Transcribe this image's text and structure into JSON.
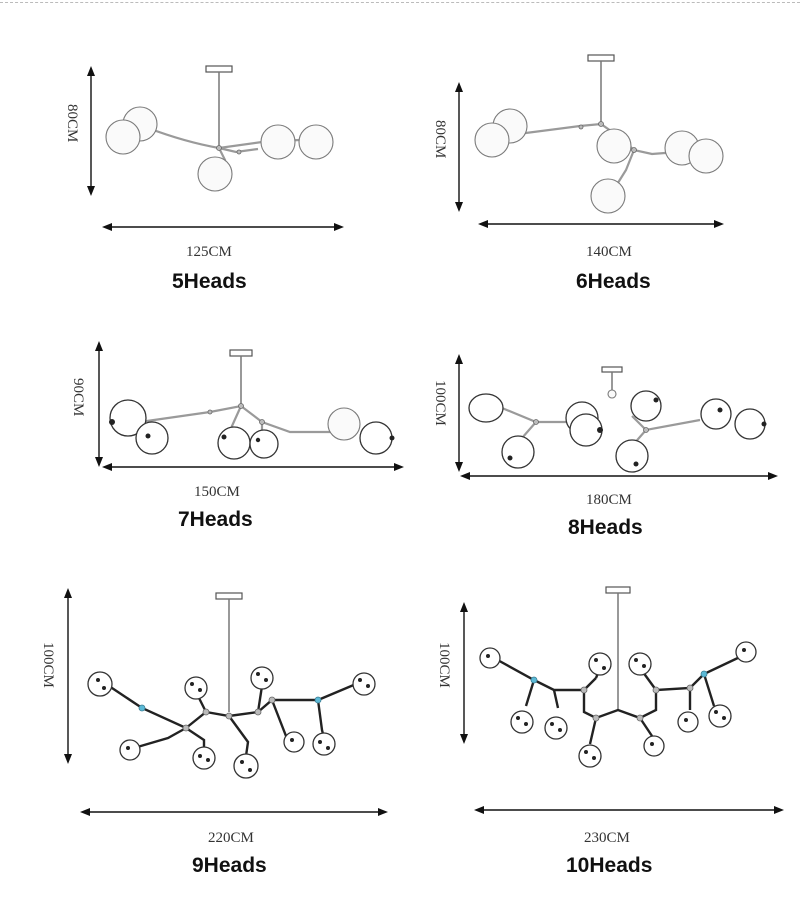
{
  "panels": [
    {
      "id": "p5",
      "height_label": "80CM",
      "width_label": "125CM",
      "heads_label": "5Heads"
    },
    {
      "id": "p6",
      "height_label": "80CM",
      "width_label": "140CM",
      "heads_label": "6Heads"
    },
    {
      "id": "p7",
      "height_label": "90CM",
      "width_label": "150CM",
      "heads_label": "7Heads"
    },
    {
      "id": "p8",
      "height_label": "100CM",
      "width_label": "180CM",
      "heads_label": "8Heads"
    },
    {
      "id": "p9",
      "height_label": "100CM",
      "width_label": "220CM",
      "heads_label": "9Heads"
    },
    {
      "id": "p10",
      "height_label": "100CM",
      "width_label": "230CM",
      "heads_label": "10Heads"
    }
  ]
}
